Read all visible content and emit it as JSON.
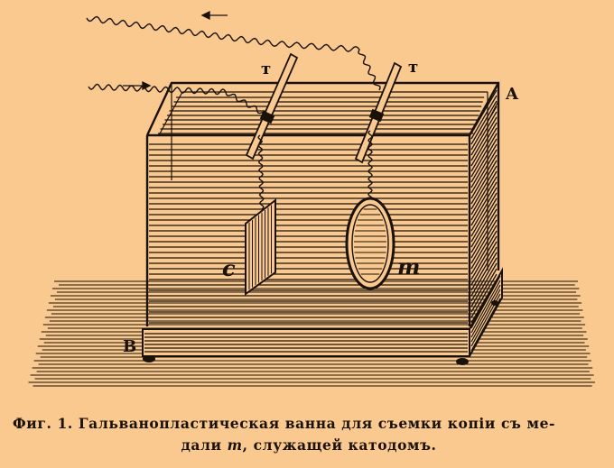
{
  "figure": {
    "labels": {
      "terminal_left": "т",
      "terminal_right": "т",
      "corner_top": "A",
      "corner_bottom": "B",
      "anode": "c",
      "cathode": "m"
    },
    "caption": {
      "line1": "Фиг. 1. Гальванопластическая ванна для съемки копіи съ ме-",
      "line2_pre": "дали ",
      "line2_m": "m",
      "line2_post": ", служащей катодомъ."
    },
    "colors": {
      "paper": "#fac98f",
      "ink": "#1a120a"
    }
  }
}
